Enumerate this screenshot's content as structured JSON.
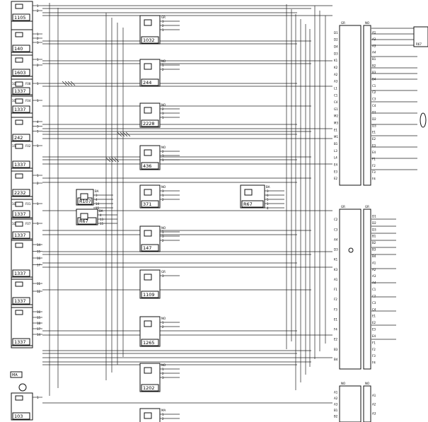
{
  "left_components": [
    {
      "id": "1105",
      "pins": [
        "1",
        "2"
      ]
    },
    {
      "id": "140",
      "pins": [
        "1",
        "2",
        "3"
      ]
    },
    {
      "id": "1603",
      "pins": [
        "1",
        "2"
      ]
    },
    {
      "id": "1337",
      "fuse": "10A",
      "code": "F08",
      "pins": [
        "1"
      ]
    },
    {
      "id": "1337",
      "fuse": "10A",
      "code": "F04",
      "pins": [
        "1"
      ]
    },
    {
      "id": "242",
      "pins": [
        "4",
        "3",
        "1"
      ]
    },
    {
      "id": "1337",
      "fuse": "15A",
      "code": "F02",
      "pins": [
        "1"
      ]
    },
    {
      "id": "2232",
      "pins": [
        "1",
        "2"
      ]
    },
    {
      "id": "1337",
      "fuse": "10A",
      "code": "F01",
      "pins": [
        "1"
      ]
    },
    {
      "id": "1337",
      "fuse": "10A",
      "code": "F07",
      "pins": [
        "1"
      ]
    },
    {
      "id": "1337",
      "pins": [
        "14",
        "15",
        "16",
        "17"
      ]
    },
    {
      "id": "1337",
      "pins": [
        "11",
        "12"
      ]
    },
    {
      "id": "1337",
      "pins": [
        "16",
        "15",
        "18",
        "17",
        "14"
      ]
    },
    {
      "id": "103",
      "pins": [
        "1"
      ]
    }
  ],
  "center_components": [
    {
      "id": "1032",
      "conn": "GR",
      "pins": [
        "3",
        "2",
        "1"
      ]
    },
    {
      "id": "244",
      "conn": "NO",
      "pins": [
        "1",
        "2"
      ]
    },
    {
      "id": "2228",
      "conn": "NO",
      "pins": [
        "2",
        "3",
        "1"
      ]
    },
    {
      "id": "436",
      "conn": "NO",
      "pins": [
        "2",
        "3",
        "1"
      ]
    },
    {
      "id": "371",
      "conn": "NO",
      "pins": [
        "3",
        "1",
        "2"
      ]
    },
    {
      "id": "R67",
      "conn": "BA",
      "pins": [
        "3",
        "6",
        "5",
        "1",
        "4"
      ]
    },
    {
      "id": "R107",
      "conn": "BA",
      "pins": [
        "3",
        "4",
        "14",
        "15"
      ]
    },
    {
      "id": "R67",
      "conn": "BA",
      "pins": [
        "4",
        "13",
        "15"
      ]
    },
    {
      "id": "147",
      "conn": "NO",
      "pins": [
        "1",
        "3",
        "2"
      ]
    },
    {
      "id": "1109",
      "conn": "GR",
      "pins": [
        "3"
      ]
    },
    {
      "id": "1265",
      "conn": "NO",
      "pins": [
        "1",
        "2"
      ]
    },
    {
      "id": "1202",
      "conn": "NO",
      "pins": [
        "1",
        "2",
        "3"
      ]
    },
    {
      "id": "",
      "conn": "MA",
      "pins": [
        "1",
        "2"
      ]
    }
  ],
  "right_connectors": [
    {
      "conn": "GR",
      "pins": [
        "D1",
        "D2",
        "D4",
        "D3",
        "K1",
        "K2",
        "A2",
        "A3",
        "L1",
        "C1",
        "C4",
        "G1",
        "M2",
        "M3",
        "E1",
        "M1",
        "B1",
        "L3",
        "L4",
        "E4",
        "E3",
        "E2"
      ]
    },
    {
      "conn": "GR",
      "pins": [
        "C2",
        "C3",
        "A4",
        "D3",
        "K1",
        "K3",
        "A1",
        "F1",
        "F2",
        "F3",
        "E1",
        "F4",
        "E2",
        "B3",
        "B4"
      ]
    },
    {
      "conn": "NO",
      "pins": [
        "A1",
        "A2",
        "A3",
        "B1",
        "B2"
      ]
    }
  ],
  "far_right_connectors": [
    {
      "conn": "NO",
      "pins": [
        "A1",
        "A2",
        "A3",
        "A4",
        "B1",
        "B2",
        "B3",
        "B4",
        "C1",
        "C2",
        "C3",
        "C4",
        "D1",
        "D2",
        "D3",
        "E1",
        "E2",
        "E3",
        "E4",
        "F1",
        "F2",
        "F3",
        "F4"
      ]
    },
    {
      "conn": "GR",
      "pins": [
        "D1",
        "D2",
        "D3",
        "B1",
        "B2",
        "B3",
        "B4",
        "A1",
        "A2",
        "A3",
        "A4",
        "C1",
        "C2",
        "C3",
        "C4",
        "E1",
        "E2",
        "E3",
        "E4",
        "F1",
        "F2",
        "F3",
        "F4"
      ]
    },
    {
      "conn": "NO",
      "pins": [
        "A1",
        "A2",
        "A3"
      ]
    }
  ],
  "misc_labels": {
    "ground": "MA",
    "ground2": "MA",
    "r67_top": "R67"
  }
}
